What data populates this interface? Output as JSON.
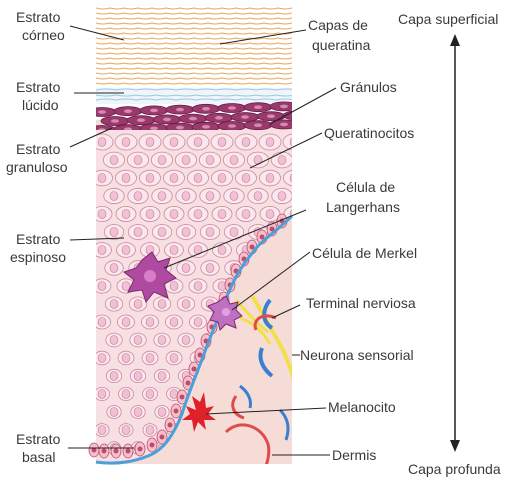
{
  "labels": {
    "estrato_corneo": [
      "Estrato",
      "córneo"
    ],
    "estrato_lucido": [
      "Estrato",
      "lúcido"
    ],
    "estrato_granuloso": [
      "Estrato",
      "granuloso"
    ],
    "estrato_espinoso": [
      "Estrato",
      "espinoso"
    ],
    "estrato_basal": [
      "Estrato",
      "basal"
    ],
    "capas_queratina": [
      "Capas de",
      "queratina"
    ],
    "granulos": "Gránulos",
    "queratinocitos": "Queratinocitos",
    "langerhans": [
      "Célula de",
      "Langerhans"
    ],
    "merkel": "Célula de Merkel",
    "terminal_nerviosa": "Terminal nerviosa",
    "neurona_sensorial": "Neurona sensorial",
    "melanocito": "Melanocito",
    "dermis": "Dermis",
    "capa_superficial": "Capa superficial",
    "capa_profunda": "Capa profunda"
  },
  "colors": {
    "keratin": "#e8a55e",
    "lucid": "#9cc7e0",
    "granular": "#9a3a6a",
    "spinous_fill": "#f8dfe4",
    "cell_outline": "#c98a9a",
    "nucleus": "#f1c0d4",
    "langerhans": "#b04aa0",
    "dermis": "#f6dcd6",
    "basement": "#4aa0d8",
    "nerve": "#f1e04a",
    "melanocyte": "#e0202a"
  }
}
